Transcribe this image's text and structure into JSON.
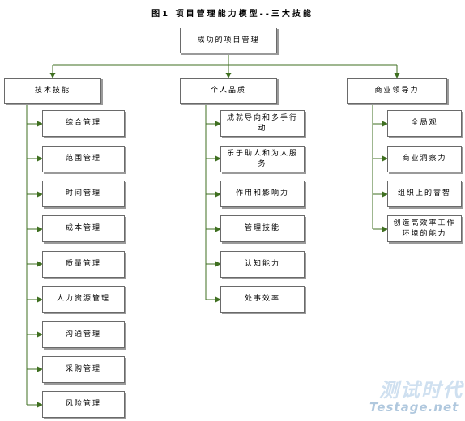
{
  "title": "图1  项目管理能力模型--三大技能",
  "root": "成功的项目管理",
  "columns": [
    {
      "label": "技术技能",
      "items": [
        "综合管理",
        "范围管理",
        "时间管理",
        "成本管理",
        "质量管理",
        "人力资源管理",
        "沟通管理",
        "采购管理",
        "风险管理"
      ]
    },
    {
      "label": "个人品质",
      "items": [
        "成就导向和多手行动",
        "乐于助人和为人服务",
        "作用和影响力",
        "管理技能",
        "认知能力",
        "处事效率"
      ]
    },
    {
      "label": "商业领导力",
      "items": [
        "全局观",
        "商业洞察力",
        "组织上的睿智",
        "创造高效率工作环境的能力"
      ]
    }
  ],
  "watermark": {
    "cn": "测试时代",
    "en": "Testage.net"
  },
  "colors": {
    "connector": "#3f6f20",
    "border": "#6a6a6a",
    "shadow": "#9a9a9a"
  }
}
